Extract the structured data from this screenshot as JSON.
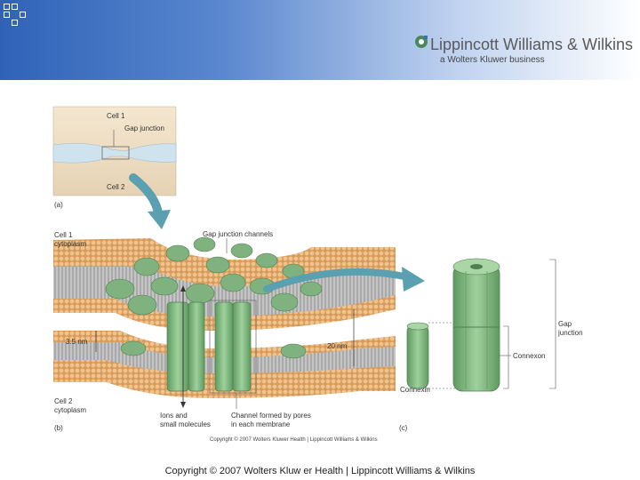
{
  "publisher": {
    "name": "Lippincott Williams & Wilkins",
    "tagline": "a Wolters Kluwer business"
  },
  "figure": {
    "panel_a": {
      "cell1": "Cell 1",
      "gap_junction": "Gap junction",
      "cell2": "Cell 2",
      "letter": "(a)"
    },
    "panel_b": {
      "cell1_cytoplasm_l1": "Cell 1",
      "cell1_cytoplasm_l2": "cytoplasm",
      "gap_junction_channels": "Gap junction channels",
      "gap_width": "3.5 nm",
      "membrane_width": "20 nm",
      "cell2_cytoplasm_l1": "Cell 2",
      "cell2_cytoplasm_l2": "cytoplasm",
      "ions_l1": "Ions and",
      "ions_l2": "small molecules",
      "channel_l1": "Channel formed by pores",
      "channel_l2": "in each membrane",
      "letter": "(b)"
    },
    "panel_c": {
      "gap_junction_l1": "Gap",
      "gap_junction_l2": "junction",
      "connexon": "Connexon",
      "connexin": "Connexin",
      "letter": "(c)"
    },
    "figure_copyright": "Copyright © 2007 Wolters Kluwer Health | Lippincott Williams & Wilkins"
  },
  "footer": {
    "copyright": "Copyright © 2007 Wolters Kluw er Health | Lippincott Williams & Wilkins"
  },
  "colors": {
    "header_blue": "#2f63b8",
    "membrane_orange": "#e3a05f",
    "channel_green": "#7fb27f",
    "arrow_teal": "#4f9aa8"
  }
}
